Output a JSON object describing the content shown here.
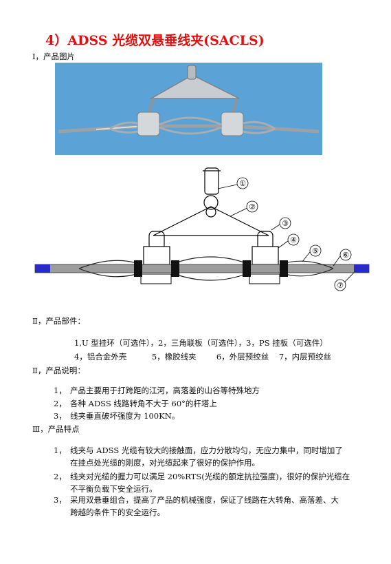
{
  "title": "4）ADSS 光缆双悬垂线夹(SACLS)",
  "section1_heading": "Ⅰ，产品图片",
  "section2_heading": "Ⅱ，产品部件：",
  "parts_line1": "1,U 型挂环（可选件），2，三角联板（可选件），3，PS 挂板（可选件）",
  "parts_line2": "4，铝合金外壳          5，橡胶线夹        6，外层预绞丝    7，内层预绞丝",
  "section3_heading": "Ⅱ，产品说明：",
  "description": [
    {
      "num": "1，",
      "text": "产品主要用于打跨距的江河，高落差的山谷等特殊地方"
    },
    {
      "num": "2，",
      "text": "各种 ADSS 线路转角不大于 60°的杆塔上"
    },
    {
      "num": "3，",
      "text": "线夹垂直破坏强度为 100KN。"
    }
  ],
  "section4_heading": "Ⅲ，产品特点",
  "features": [
    {
      "num": "1，",
      "line1": "线夹与 ADSS 光缆有较大的接触面，应力分散均匀，无应力集中，同时增加了",
      "line2": "在挂点处光缆的刚度，对光缆起来了很好的保护作用。"
    },
    {
      "num": "2，",
      "line1": "线夹对光缆的握力可以满足 20%RTS(光缆的额定抗拉强度)，很好的保护光缆在",
      "line2": "不平衡负载下安全运行。"
    },
    {
      "num": "3，",
      "line1": "采用双悬垂组合，提高了产品的机械强度，保证了线路在大转角、高落差、大",
      "line2": "跨越的条件下的安全运行。"
    }
  ],
  "callouts": [
    "①",
    "②",
    "③",
    "④",
    "⑤",
    "⑥",
    "⑦"
  ],
  "colors": {
    "title": "#e01010",
    "photo_bg": "#5ba3d6",
    "cable_end": "#2a2ac8"
  }
}
